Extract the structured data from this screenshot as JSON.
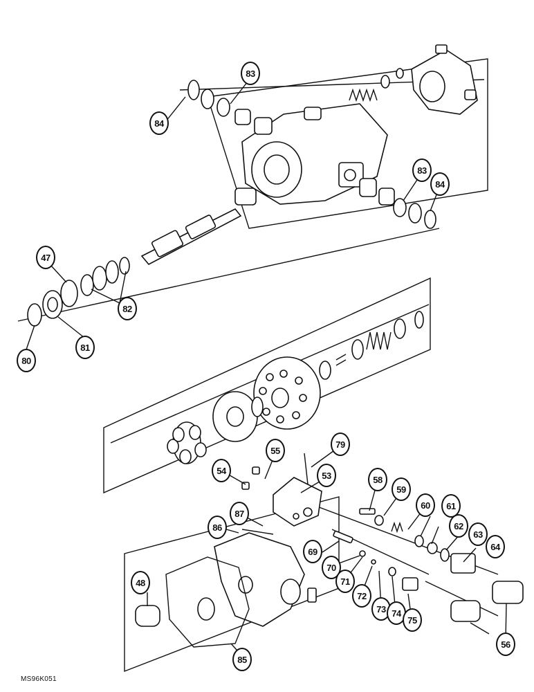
{
  "figure_code": "MS96K051",
  "callouts": {
    "c47": "47",
    "c80": "80",
    "c81": "81",
    "c82": "82",
    "c83a": "83",
    "c83b": "83",
    "c84a": "84",
    "c84b": "84",
    "c48": "48",
    "c53": "53",
    "c54": "54",
    "c55": "55",
    "c56": "56",
    "c58": "58",
    "c59": "59",
    "c60": "60",
    "c61": "61",
    "c62": "62",
    "c63": "63",
    "c64": "64",
    "c69": "69",
    "c70": "70",
    "c71": "71",
    "c72": "72",
    "c73": "73",
    "c74": "74",
    "c75": "75",
    "c79": "79",
    "c85": "85",
    "c86": "86",
    "c87": "87"
  }
}
